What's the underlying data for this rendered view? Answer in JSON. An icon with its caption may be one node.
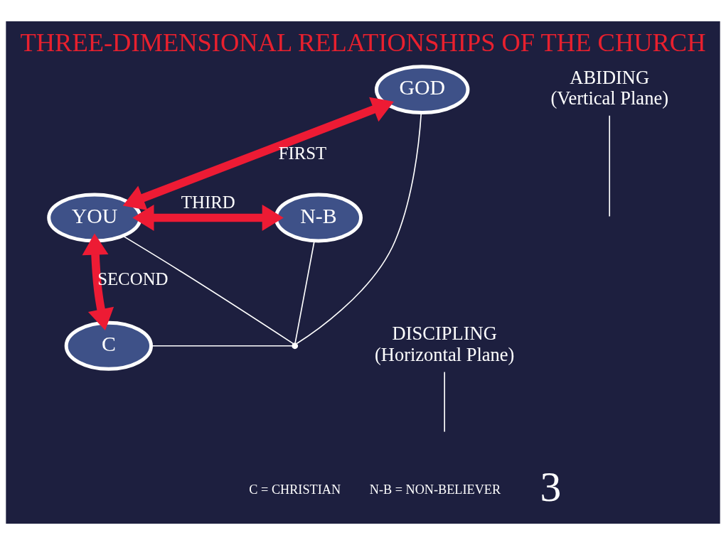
{
  "diagram": {
    "title": "THREE-DIMENSIONAL RELATIONSHIPS OF THE CHURCH",
    "nodes": [
      {
        "text": [
          "GOD"
        ]
      },
      {
        "text": [
          "ABIDING",
          "(Vertical Plane)"
        ]
      },
      {
        "text": [
          "YOU"
        ]
      },
      {
        "text": [
          "N-B"
        ]
      },
      {
        "text": [
          "C"
        ]
      },
      {
        "text": [
          "DISCIPLING",
          "(Horizontal Plane)"
        ]
      },
      {
        "text": [],
        "shape": "point"
      }
    ],
    "edges": [
      {
        "from": 0,
        "to": 2,
        "arrow": "both",
        "label": "FIRST",
        "style": "thick",
        "color": "#ed1b34"
      },
      {
        "from": 2,
        "to": 3,
        "arrow": "both",
        "label": "THIRD",
        "style": "thick",
        "color": "#ed1b34"
      },
      {
        "from": 4,
        "to": 2,
        "arrow": "both",
        "label": "SECOND",
        "style": "thick",
        "color": "#ed1b34"
      },
      {
        "from": 0,
        "to": 6,
        "arrow": "none"
      },
      {
        "from": 2,
        "to": 6,
        "arrow": "none"
      },
      {
        "from": 3,
        "to": 6,
        "arrow": "none"
      },
      {
        "from": 4,
        "to": 6,
        "arrow": "none"
      },
      {
        "from": 1,
        "to": null,
        "arrow": "none"
      },
      {
        "from": 5,
        "to": null,
        "arrow": "none"
      }
    ],
    "labels": [
      "C = CHRISTIAN",
      "N-B = NON-BELIEVER",
      "3"
    ]
  }
}
